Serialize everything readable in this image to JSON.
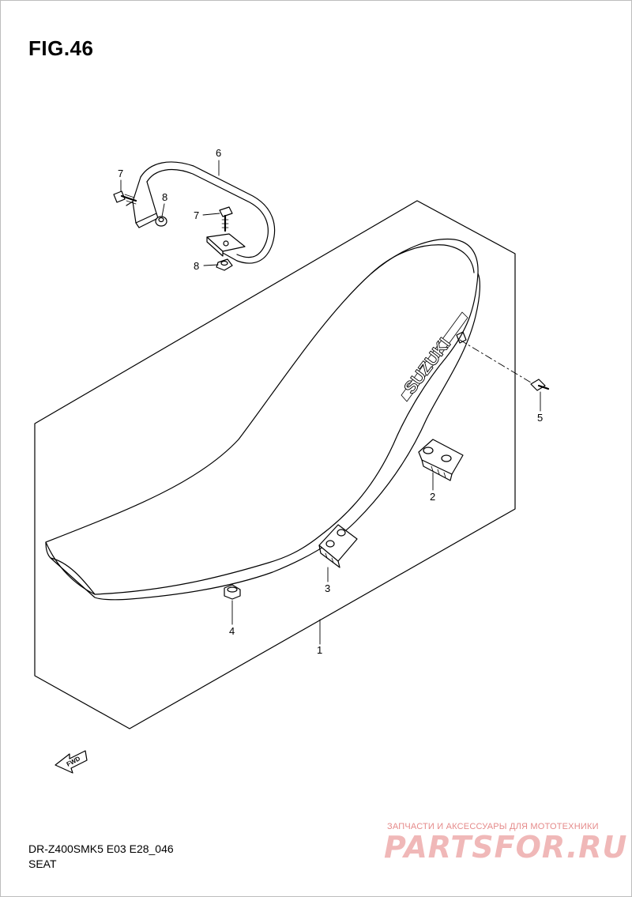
{
  "figure": {
    "title": "FIG.46"
  },
  "callouts": [
    {
      "num": "1"
    },
    {
      "num": "2"
    },
    {
      "num": "3"
    },
    {
      "num": "4"
    },
    {
      "num": "5"
    },
    {
      "num": "6"
    },
    {
      "num": "7"
    },
    {
      "num": "7"
    },
    {
      "num": "8"
    },
    {
      "num": "8"
    }
  ],
  "seat_brand": "SUZUKI",
  "fwd_label": "FWD",
  "footer": {
    "model_code": "DR-Z400SMK5 E03 E28_046",
    "part_name": "SEAT"
  },
  "watermark": {
    "subtitle": "ЗАПЧАСТИ И АКСЕССУАРЫ ДЛЯ МОТОТЕХНИКИ",
    "logo": "PARTSFOR.RU"
  }
}
